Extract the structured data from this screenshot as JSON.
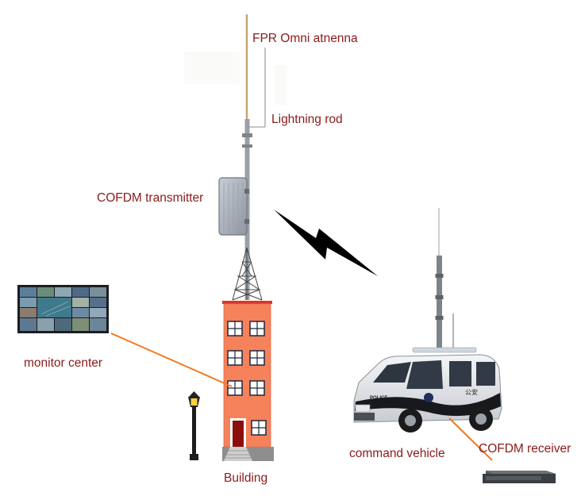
{
  "labels": {
    "antenna": "FPR Omni atnenna",
    "lightning_rod": "Lightning rod",
    "transmitter": "COFDM transmitter",
    "monitor_center": "monitor center",
    "building": "Building",
    "vehicle": "command vehicle",
    "receiver": "COFDM receiver"
  },
  "vehicle_markings": {
    "police": "POLICE",
    "gongan": "公安"
  },
  "colors": {
    "label_text": "#8b1a1a",
    "connector_line": "#f07a1e",
    "building_wall": "#f5825a",
    "building_roof": "#d9362a",
    "door": "#8b0d0d",
    "window": "#1f2740",
    "signal_bolt": "#000000"
  },
  "icons": [
    "antenna-icon",
    "lightning-rod-icon",
    "transmitter-box-icon",
    "lattice-tower-icon",
    "video-wall-icon",
    "street-lamp-icon",
    "building-icon",
    "signal-bolt-icon",
    "police-van-icon",
    "mast-antenna-icon",
    "receiver-box-icon"
  ]
}
